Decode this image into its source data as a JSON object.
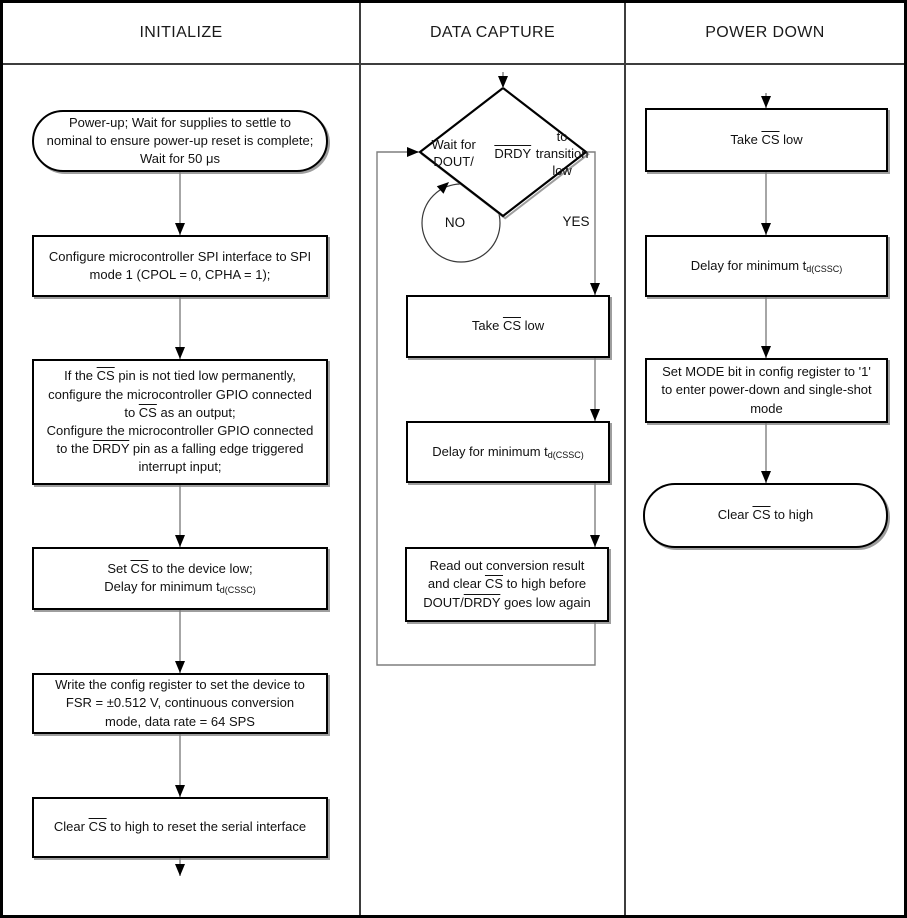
{
  "labels": {
    "yes": "YES",
    "no": "NO"
  },
  "columns": [
    {
      "title": "INITIALIZE",
      "steps": [
        {
          "shape": "stadium",
          "text": "Power-up; Wait for supplies to settle to[br]nominal to ensure power-up reset is complete;[br]Wait for 50 μs"
        },
        {
          "shape": "rect",
          "text": "Configure microcontroller SPI interface to SPI[br]mode 1 (CPOL = 0, CPHA = 1);"
        },
        {
          "shape": "rect",
          "text": "If the [ov]CS[/ov] pin is not tied low permanently,[br]configure the microcontroller GPIO connected[br]to [ov]CS[/ov] as an output;[br]Configure the microcontroller GPIO connected[br]to the [ov]DRDY[/ov] pin as a falling edge triggered[br]interrupt input;"
        },
        {
          "shape": "rect",
          "text": "Set [ov]CS[/ov] to the device low;[br]Delay for minimum t[sub]d(CSSC)[/sub]"
        },
        {
          "shape": "rect",
          "text": "Write the config register to set the device to[br]FSR = ±0.512 V, continuous conversion[br]mode, data rate = 64 SPS"
        },
        {
          "shape": "rect",
          "text": "Clear [ov]CS[/ov] to high to reset the serial interface"
        }
      ]
    },
    {
      "title": "DATA CAPTURE",
      "decision": {
        "shape": "diamond",
        "text": "Wait for DOUT/[br][ov]DRDY[/ov] to transition[br]low"
      },
      "steps": [
        {
          "shape": "rect",
          "text": "Take [ov]CS[/ov] low"
        },
        {
          "shape": "rect",
          "text": "Delay for minimum t[sub]d(CSSC)[/sub]"
        },
        {
          "shape": "rect",
          "text": "Read out conversion result[br]and clear [ov]CS[/ov] to high before[br]DOUT/[ov]DRDY[/ov] goes low again"
        }
      ]
    },
    {
      "title": "POWER DOWN",
      "steps": [
        {
          "shape": "rect",
          "text": "Take [ov]CS[/ov] low"
        },
        {
          "shape": "rect",
          "text": "Delay for minimum t[sub]d(CSSC)[/sub]"
        },
        {
          "shape": "rect",
          "text": "Set MODE bit in config register to '1'[br]to enter power-down and single-shot[br]mode"
        },
        {
          "shape": "stadium",
          "text": "Clear [ov]CS[/ov] to high"
        }
      ]
    }
  ],
  "colors": {
    "background": "#ffffff",
    "node_border": "#000000",
    "node_shadow": "#9e9e9e",
    "connector_line": "#7f7f7f",
    "arrowhead": "#000000",
    "text": "#111111"
  }
}
